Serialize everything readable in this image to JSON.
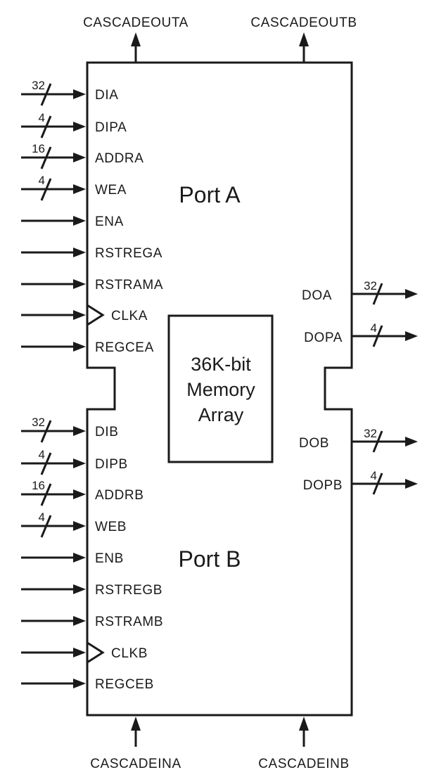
{
  "block": {
    "memory_label": [
      "36K-bit",
      "Memory",
      "Array"
    ],
    "port_a_title": "Port A",
    "port_b_title": "Port B"
  },
  "cascade": {
    "outputs": [
      "CASCADEOUTA",
      "CASCADEOUTB"
    ],
    "inputs": [
      "CASCADEINA",
      "CASCADEINB"
    ]
  },
  "port_a_inputs": [
    {
      "name": "DIA",
      "width": "32",
      "clock": false
    },
    {
      "name": "DIPA",
      "width": "4",
      "clock": false
    },
    {
      "name": "ADDRA",
      "width": "16",
      "clock": false
    },
    {
      "name": "WEA",
      "width": "4",
      "clock": false
    },
    {
      "name": "ENA",
      "width": "",
      "clock": false
    },
    {
      "name": "RSTREGA",
      "width": "",
      "clock": false
    },
    {
      "name": "RSTRAMA",
      "width": "",
      "clock": false
    },
    {
      "name": "CLKA",
      "width": "",
      "clock": true
    },
    {
      "name": "REGCEA",
      "width": "",
      "clock": false
    }
  ],
  "port_b_inputs": [
    {
      "name": "DIB",
      "width": "32",
      "clock": false
    },
    {
      "name": "DIPB",
      "width": "4",
      "clock": false
    },
    {
      "name": "ADDRB",
      "width": "16",
      "clock": false
    },
    {
      "name": "WEB",
      "width": "4",
      "clock": false
    },
    {
      "name": "ENB",
      "width": "",
      "clock": false
    },
    {
      "name": "RSTREGB",
      "width": "",
      "clock": false
    },
    {
      "name": "RSTRAMB",
      "width": "",
      "clock": false
    },
    {
      "name": "CLKB",
      "width": "",
      "clock": true
    },
    {
      "name": "REGCEB",
      "width": "",
      "clock": false
    }
  ],
  "outputs": [
    {
      "name": "DOA",
      "width": "32"
    },
    {
      "name": "DOPA",
      "width": "4"
    },
    {
      "name": "DOB",
      "width": "32"
    },
    {
      "name": "DOPB",
      "width": "4"
    }
  ]
}
